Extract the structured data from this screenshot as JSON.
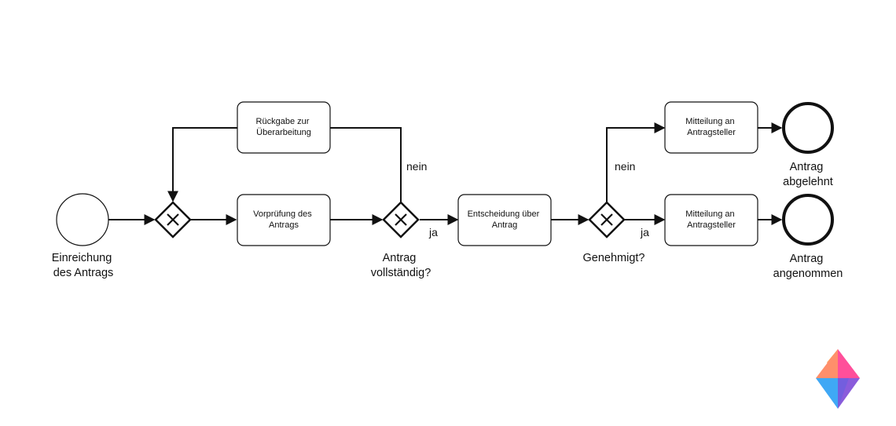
{
  "diagram": {
    "start_event": {
      "label_lines": [
        "Einreichung",
        "des Antrags"
      ]
    },
    "tasks": {
      "rework": {
        "lines": [
          "Rückgabe zur",
          "Überarbeitung"
        ]
      },
      "precheck": {
        "lines": [
          "Vorprüfung des",
          "Antrags"
        ]
      },
      "decision": {
        "lines": [
          "Entscheidung über",
          "Antrag"
        ]
      },
      "notify_rejected": {
        "lines": [
          "Mitteilung an",
          "Antragsteller"
        ]
      },
      "notify_accepted": {
        "lines": [
          "Mitteilung an",
          "Antragsteller"
        ]
      }
    },
    "gateways": {
      "complete": {
        "label_lines": [
          "Antrag",
          "vollständig?"
        ]
      },
      "approved": {
        "label_lines": [
          "Genehmigt?"
        ]
      }
    },
    "flow_labels": {
      "complete_no": "nein",
      "complete_yes": "ja",
      "approved_no": "nein",
      "approved_yes": "ja"
    },
    "end_events": {
      "rejected": {
        "label_lines": [
          "Antrag",
          "abgelehnt"
        ]
      },
      "accepted": {
        "label_lines": [
          "Antrag",
          "angenommen"
        ]
      }
    }
  },
  "colors": {
    "stroke": "#111111",
    "logo_pink": "#ff4f9a",
    "logo_orange": "#ffa45c",
    "logo_blue": "#3fa8f5",
    "logo_purple": "#8a5cdb"
  }
}
